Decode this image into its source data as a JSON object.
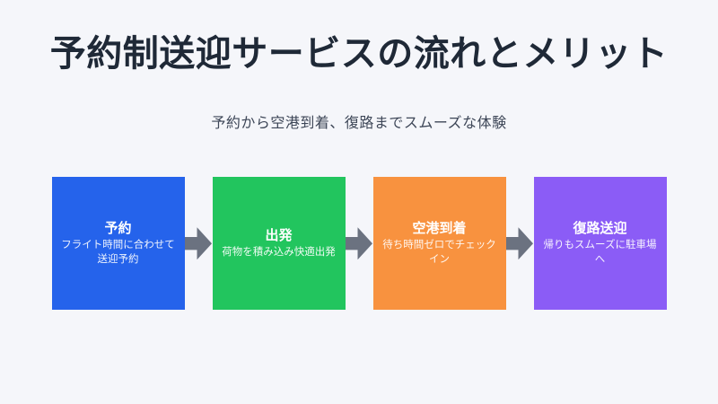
{
  "page": {
    "title": "予約制送迎サービスの流れとメリット",
    "subtitle": "予約から空港到着、復路までスムーズな体験"
  },
  "colors": {
    "background": "#F5F6FA",
    "title_text": "#1F2937",
    "subtitle_text": "#3D4657",
    "arrow": "#6B7280",
    "step_text": "#FFFFFF"
  },
  "flow": {
    "arrow_icon": "right-arrow",
    "steps": [
      {
        "label": "予約",
        "description": "フライト時間に合わせて送迎予約",
        "color": "#2563EB"
      },
      {
        "label": "出発",
        "description": "荷物を積み込み快適出発",
        "color": "#22C55E"
      },
      {
        "label": "空港到着",
        "description": "待ち時間ゼロでチェックイン",
        "color": "#F8923F"
      },
      {
        "label": "復路送迎",
        "description": "帰りもスムーズに駐車場へ",
        "color": "#8B5CF6"
      }
    ]
  }
}
